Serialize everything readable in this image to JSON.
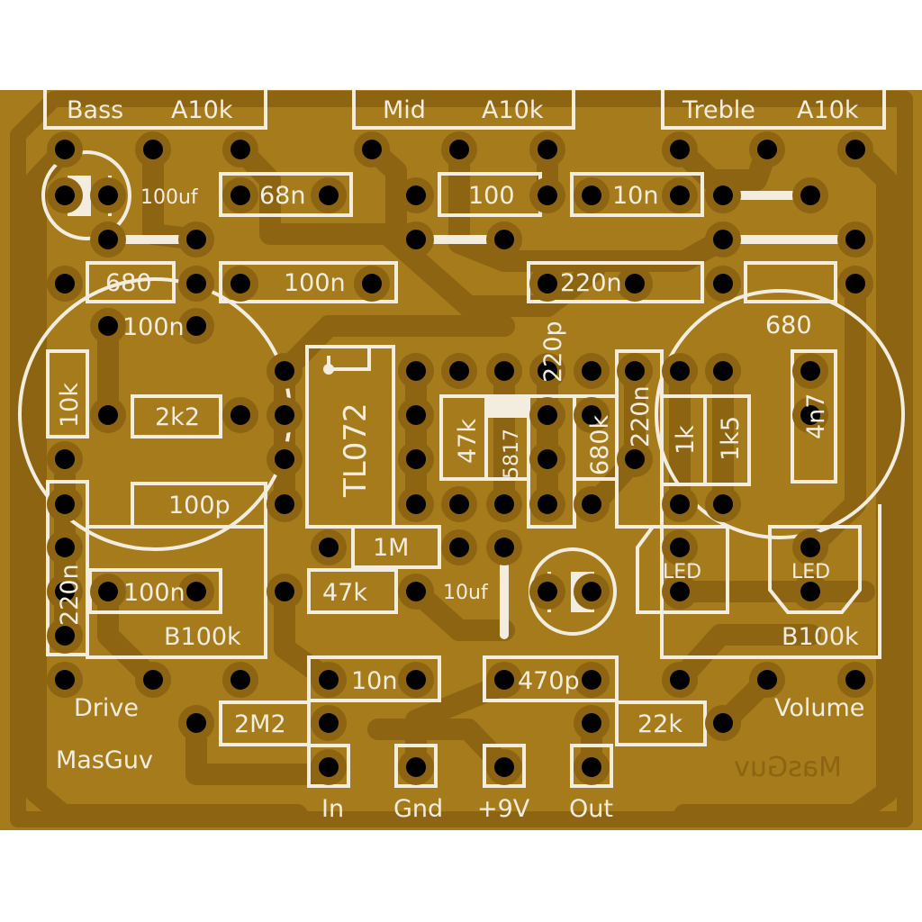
{
  "colors": {
    "board": "#a67b1c",
    "copper_trace": "#8c6412",
    "silkscreen": "#f3ede0",
    "drill": "#000000"
  },
  "pots": {
    "bass": {
      "name": "Bass",
      "value": "A10k"
    },
    "mid": {
      "name": "Mid",
      "value": "A10k"
    },
    "treble": {
      "name": "Treble",
      "value": "A10k"
    },
    "drive": {
      "name": "Drive",
      "value": "B100k"
    },
    "volume": {
      "name": "Volume",
      "value": "B100k"
    }
  },
  "components": {
    "c_100uf": "100uf",
    "c_68n": "68n",
    "r_100": "100",
    "c_10n_top": "10n",
    "r_680_left": "680",
    "c_100n_top": "100n",
    "c_220n_top": "220n",
    "r_680_right": "680",
    "c_100n_left": "100n",
    "r_10k": "10k",
    "r_2k2": "2k2",
    "ic": "TL072",
    "r_47k_v": "47k",
    "d_5817": "5817",
    "c_220p": "220p",
    "r_680k": "680k",
    "c_220n_v": "220n",
    "r_1k": "1k",
    "r_1k5": "1k5",
    "c_4n7": "4n7",
    "c_100p": "100p",
    "c_220n_left": "220n",
    "c_100n_bottom": "100n",
    "r_1M": "1M",
    "r_47k_h": "47k",
    "c_10uf": "10uf",
    "led1": "LED",
    "led2": "LED",
    "c_10n_bottom": "10n",
    "c_470p": "470p",
    "r_2M2": "2M2",
    "r_22k": "22k"
  },
  "brand": {
    "front": "MasGuv",
    "back": "MasGuv"
  },
  "connectors": {
    "in": "In",
    "gnd": "Gnd",
    "v9": "+9V",
    "out": "Out"
  }
}
